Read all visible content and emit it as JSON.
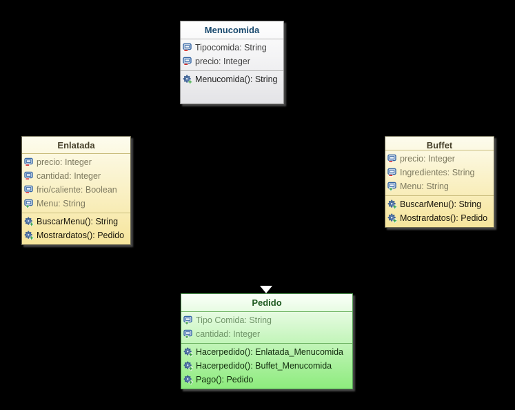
{
  "diagram": {
    "type": "uml-class-diagram",
    "background_color": "#000000",
    "classes": [
      {
        "id": "menucomida",
        "title": "Menucomida",
        "theme": "gray",
        "attributes": [
          {
            "label": "Tipocomida: String",
            "visibility": "private"
          },
          {
            "label": "precio: Integer",
            "visibility": "private"
          }
        ],
        "methods": [
          {
            "label": "Menucomida(): String",
            "visibility": "public"
          }
        ]
      },
      {
        "id": "enlatada",
        "title": "Enlatada",
        "theme": "yellow",
        "attributes": [
          {
            "label": "precio: Integer",
            "visibility": "private"
          },
          {
            "label": "cantidad: Integer",
            "visibility": "private"
          },
          {
            "label": "frio/caliente: Boolean",
            "visibility": "private"
          },
          {
            "label": "Menu: String",
            "visibility": "public"
          }
        ],
        "methods": [
          {
            "label": "BuscarMenu(): String",
            "visibility": "public"
          },
          {
            "label": "Mostrardatos(): Pedido",
            "visibility": "public"
          }
        ]
      },
      {
        "id": "buffet",
        "title": "Buffet",
        "theme": "yellow",
        "attributes": [
          {
            "label": "precio: Integer",
            "visibility": "private"
          },
          {
            "label": "Ingredientes: String",
            "visibility": "private"
          },
          {
            "label": "Menu: String",
            "visibility": "public"
          }
        ],
        "methods": [
          {
            "label": "BuscarMenu(): String",
            "visibility": "public"
          },
          {
            "label": "Mostrardatos(): Pedido",
            "visibility": "public"
          }
        ]
      },
      {
        "id": "pedido",
        "title": "Pedido",
        "theme": "green",
        "attributes": [
          {
            "label": "Tipo Comida: String",
            "visibility": "public"
          },
          {
            "label": "cantidad: Integer",
            "visibility": "public"
          }
        ],
        "methods": [
          {
            "label": "Hacerpedido(): Enlatada_Menucomida",
            "visibility": "public"
          },
          {
            "label": "Hacerpedido(): Buffet_Menucomida",
            "visibility": "public"
          },
          {
            "label": "Pago(): Pedido",
            "visibility": "public"
          }
        ]
      }
    ],
    "connector": {
      "kind": "inheritance-arrowhead",
      "target_class": "Pedido",
      "direction": "down",
      "color": "#ffffff"
    },
    "icon_colors": {
      "attribute_icon_blue": "#3465a4",
      "method_gear_blue": "#5d81b5",
      "private_badge_red": "#cf2b27",
      "public_badge_green": "#1f9427"
    }
  }
}
